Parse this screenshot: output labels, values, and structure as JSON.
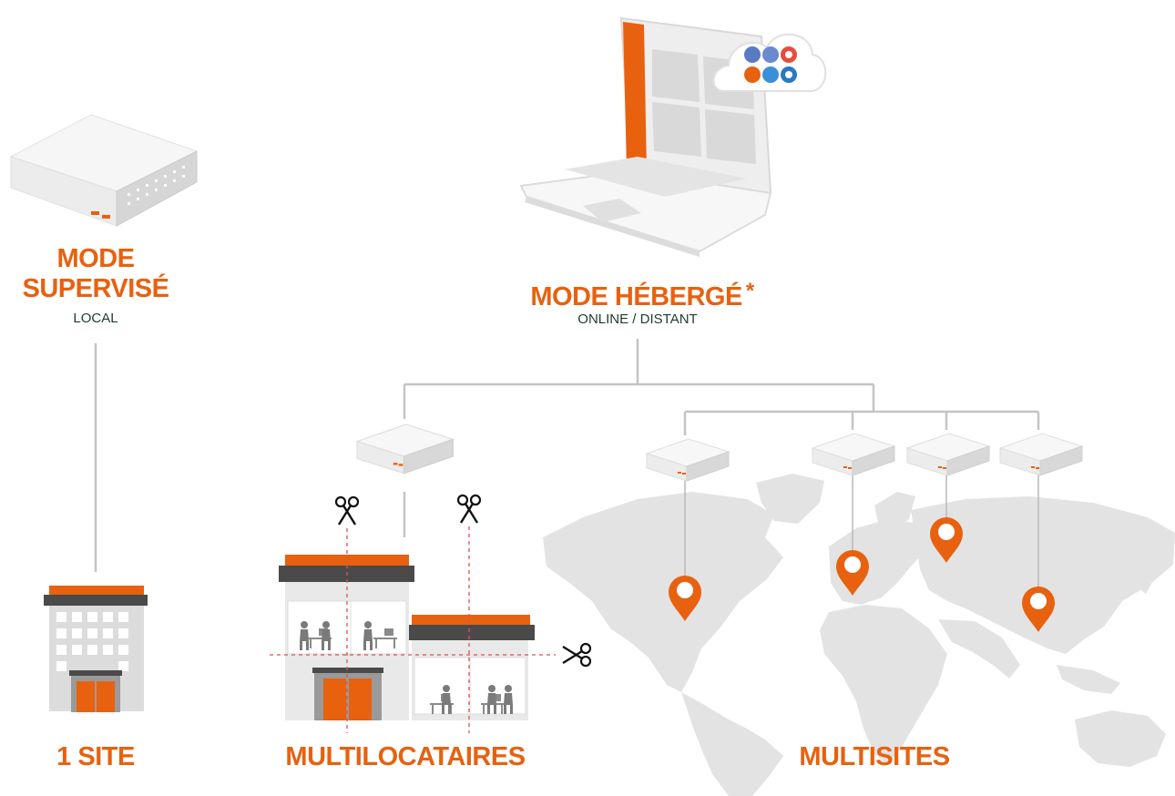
{
  "supervised": {
    "title_line1": "MODE",
    "title_line2": "SUPERVISÉ",
    "subtitle": "LOCAL"
  },
  "hosted": {
    "title": "MODE HÉBERGÉ",
    "asterisk": "*",
    "subtitle": "ONLINE / DISTANT"
  },
  "bottom_labels": {
    "one_site": "1 SITE",
    "multitenant": "MULTILOCATAIRES",
    "multisite": "MULTISITES"
  },
  "colors": {
    "accent": "#e8610f",
    "dark_bar": "#4a4a4a",
    "map": "#e2e2e2",
    "line": "#c4c4c4",
    "cut_line": "#e05050"
  },
  "icons": {
    "laptop": "laptop-icon",
    "server": "server-icon",
    "browsers": "browser-cloud-icon",
    "building": "building-icon",
    "scissors": "scissors-icon",
    "pin": "location-pin-icon",
    "map": "world-map"
  }
}
